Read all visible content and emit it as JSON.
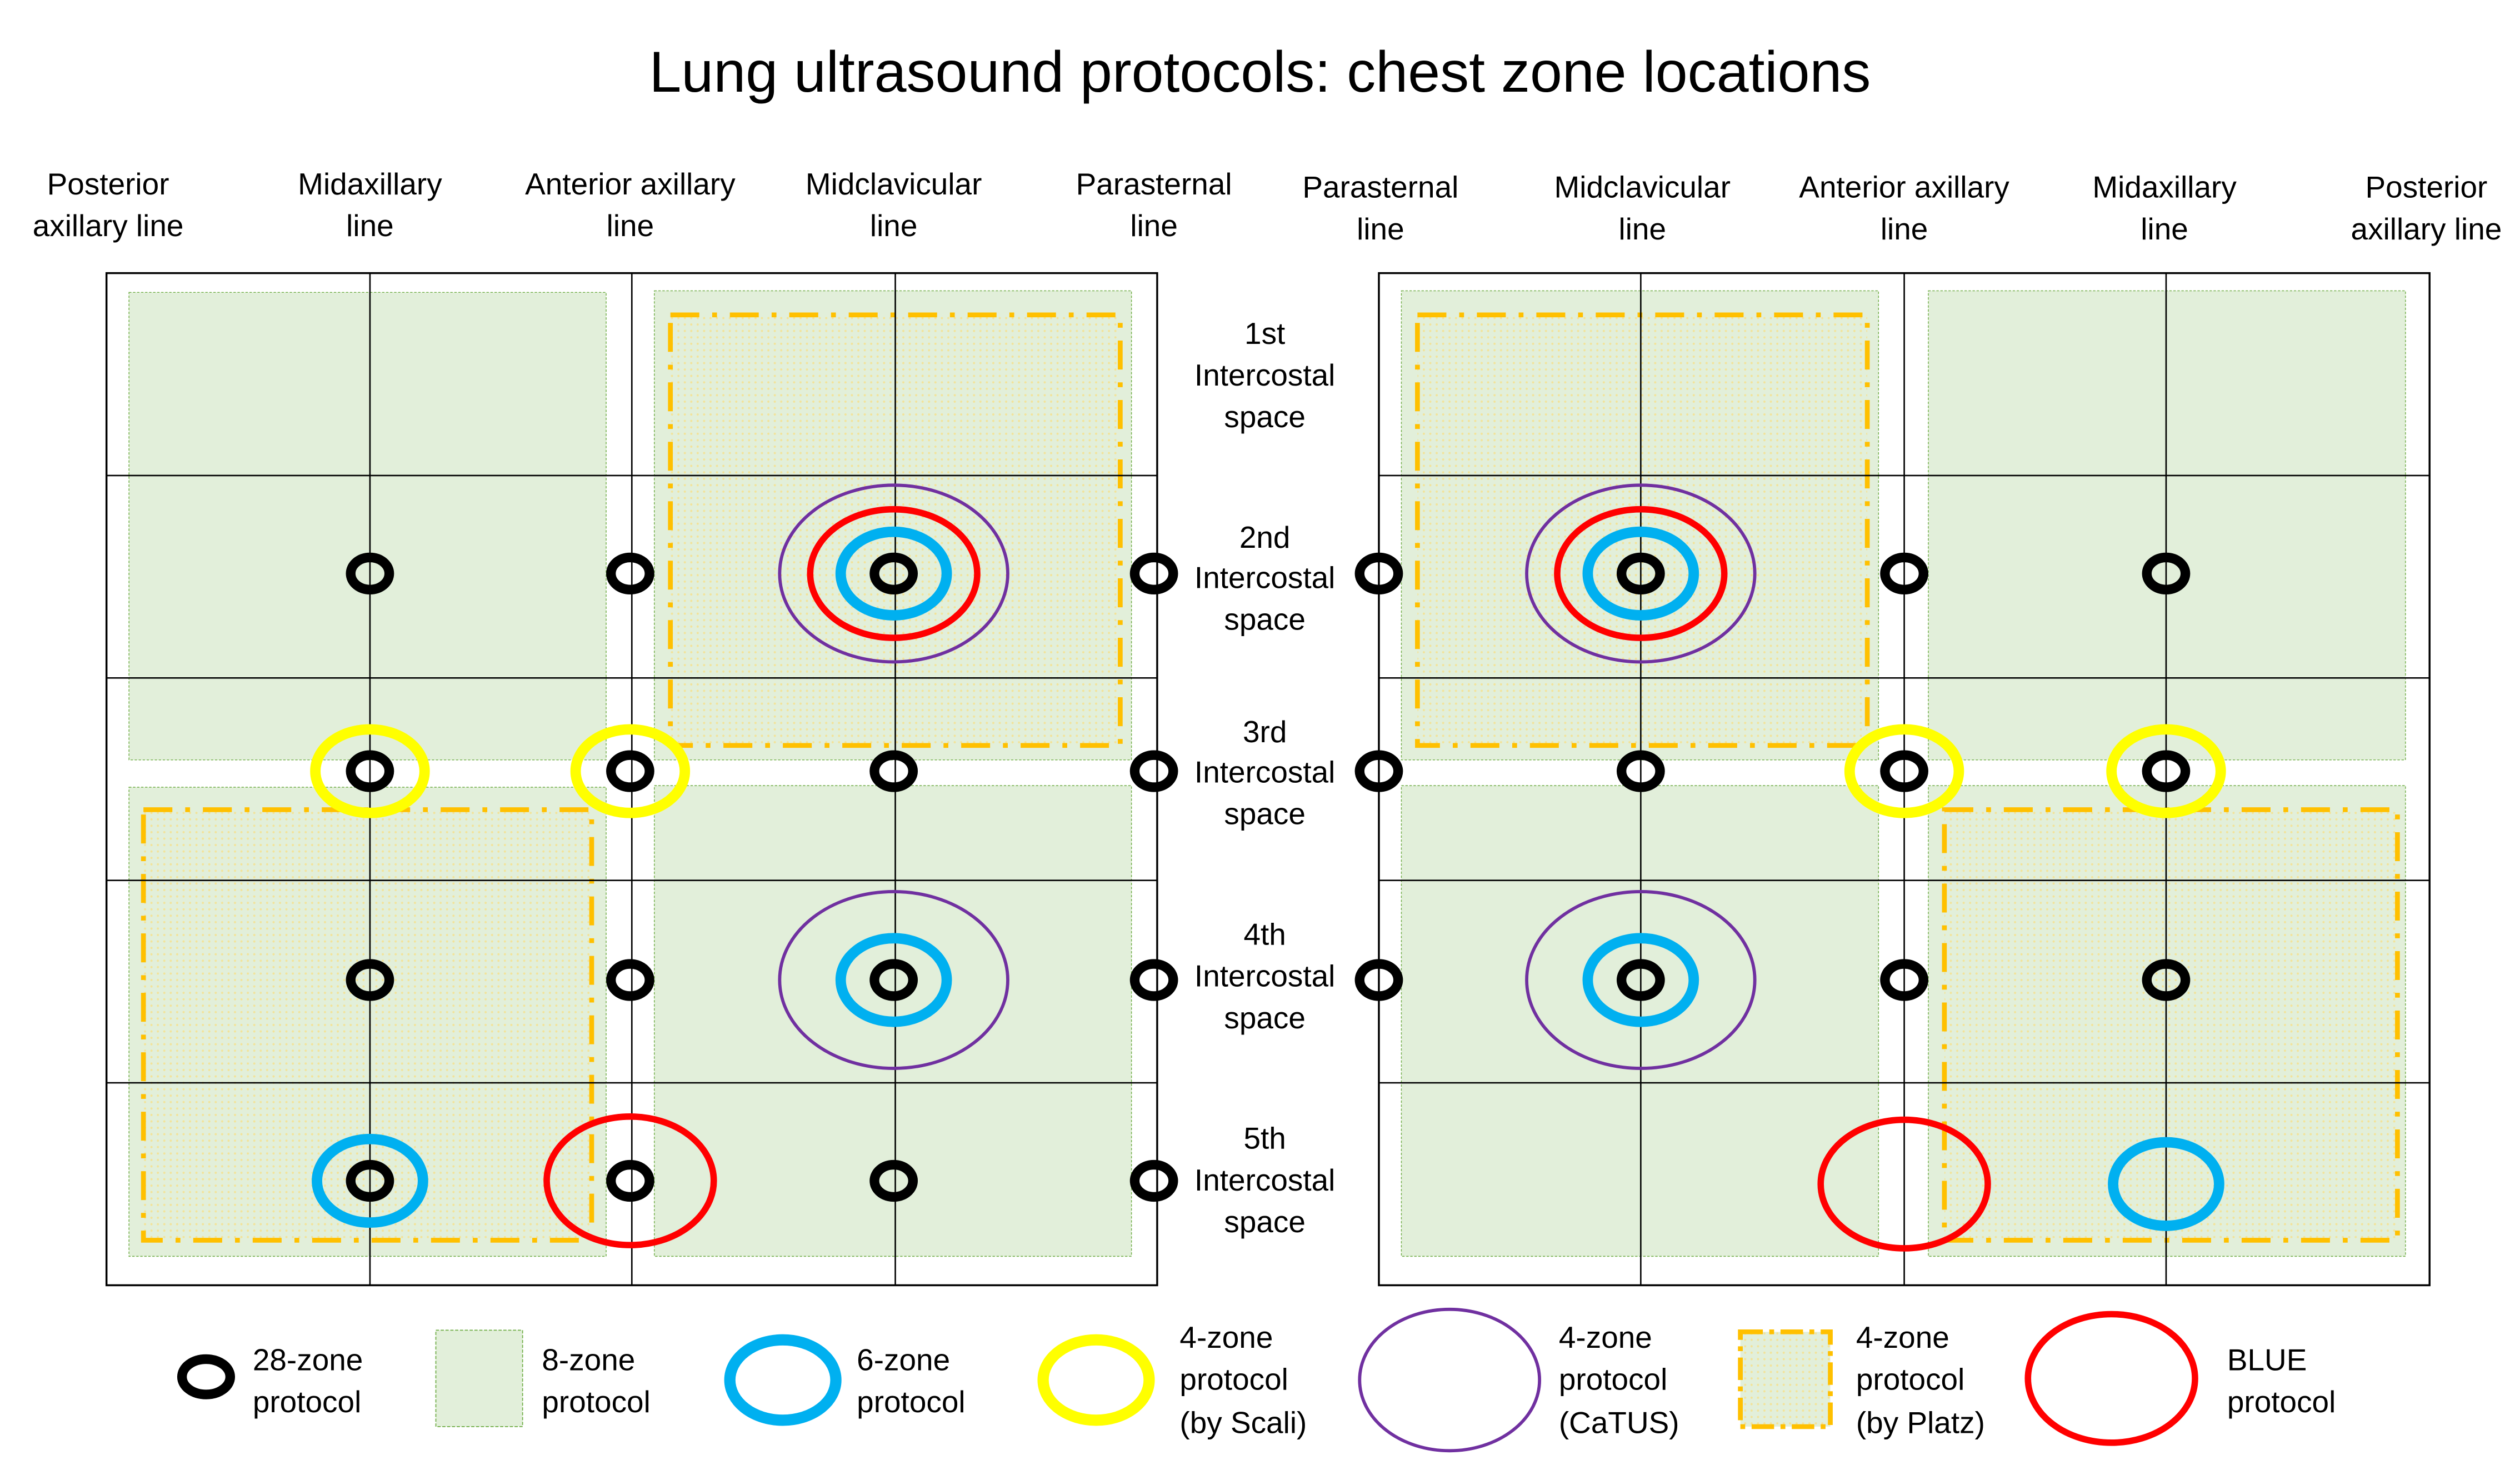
{
  "title": "Lung ultrasound protocols: chest zone locations",
  "left_panel": {
    "column_labels": [
      [
        "Posterior",
        "axillary line"
      ],
      [
        "Midaxillary",
        "line"
      ],
      [
        "Anterior axillary",
        "line"
      ],
      [
        "Midclavicular",
        "line"
      ],
      [
        "Parasternal",
        "line"
      ]
    ]
  },
  "right_panel": {
    "column_labels": [
      [
        "Parasternal",
        "line"
      ],
      [
        "Midclavicular",
        "line"
      ],
      [
        "Anterior axillary",
        "line"
      ],
      [
        "Midaxillary",
        "line"
      ],
      [
        "Posterior",
        "axillary line"
      ]
    ]
  },
  "row_labels": [
    [
      "1st",
      "Intercostal",
      "space"
    ],
    [
      "2nd",
      "Intercostal",
      "space"
    ],
    [
      "3rd",
      "Intercostal",
      "space"
    ],
    [
      "4th",
      "Intercostal",
      "space"
    ],
    [
      "5th",
      "Intercostal",
      "space"
    ]
  ],
  "colors": {
    "zone28": "#000000",
    "zone8_fill": "#e2efda",
    "zone8_border": "#70ad47",
    "zone6": "#00b0f0",
    "scali": "#ffff00",
    "catus": "#7030a0",
    "platz": "#ffc000",
    "blue": "#ff0000",
    "grid": "#000000"
  },
  "markers": {
    "left": {
      "zone28": [
        [
          "midaxillary",
          "2nd"
        ],
        [
          "anterior_axillary",
          "2nd"
        ],
        [
          "midclavicular",
          "2nd"
        ],
        [
          "parasternal",
          "2nd"
        ],
        [
          "midaxillary",
          "3rd"
        ],
        [
          "anterior_axillary",
          "3rd"
        ],
        [
          "midclavicular",
          "3rd"
        ],
        [
          "parasternal",
          "3rd"
        ],
        [
          "midaxillary",
          "4th"
        ],
        [
          "anterior_axillary",
          "4th"
        ],
        [
          "midclavicular",
          "4th"
        ],
        [
          "parasternal",
          "4th"
        ],
        [
          "midaxillary",
          "5th"
        ],
        [
          "anterior_axillary",
          "5th"
        ],
        [
          "midclavicular",
          "5th"
        ],
        [
          "parasternal",
          "5th"
        ]
      ],
      "zone6": [
        [
          "midclavicular",
          "2nd"
        ],
        [
          "midclavicular",
          "4th"
        ],
        [
          "midaxillary",
          "5th"
        ]
      ],
      "scali": [
        [
          "midaxillary",
          "3rd"
        ],
        [
          "anterior_axillary",
          "3rd"
        ]
      ],
      "catus": [
        [
          "midclavicular",
          "2nd"
        ],
        [
          "midclavicular",
          "4th"
        ]
      ],
      "blue": [
        [
          "midclavicular",
          "2nd"
        ],
        [
          "anterior_axillary",
          "5th"
        ]
      ]
    },
    "right": {
      "zone28": [
        [
          "parasternal",
          "2nd"
        ],
        [
          "midclavicular",
          "2nd"
        ],
        [
          "anterior_axillary",
          "2nd"
        ],
        [
          "midaxillary",
          "2nd"
        ],
        [
          "parasternal",
          "3rd"
        ],
        [
          "midclavicular",
          "3rd"
        ],
        [
          "anterior_axillary",
          "3rd"
        ],
        [
          "midaxillary",
          "3rd"
        ],
        [
          "parasternal",
          "4th"
        ],
        [
          "midclavicular",
          "4th"
        ],
        [
          "anterior_axillary",
          "4th"
        ],
        [
          "midaxillary",
          "4th"
        ]
      ],
      "zone6": [
        [
          "midclavicular",
          "2nd"
        ],
        [
          "midclavicular",
          "4th"
        ],
        [
          "midaxillary",
          "5th"
        ]
      ],
      "scali": [
        [
          "anterior_axillary",
          "3rd"
        ],
        [
          "midaxillary",
          "3rd"
        ]
      ],
      "catus": [
        [
          "midclavicular",
          "2nd"
        ],
        [
          "midclavicular",
          "4th"
        ]
      ],
      "blue": [
        [
          "midclavicular",
          "2nd"
        ],
        [
          "anterior_axillary",
          "5th"
        ]
      ]
    }
  },
  "legend": [
    {
      "key": "zone28",
      "lines": [
        "28-zone",
        "protocol"
      ]
    },
    {
      "key": "zone8",
      "lines": [
        "8-zone",
        "protocol"
      ]
    },
    {
      "key": "zone6",
      "lines": [
        "6-zone",
        "protocol"
      ]
    },
    {
      "key": "scali",
      "lines": [
        "4-zone",
        "protocol",
        "(by Scali)"
      ]
    },
    {
      "key": "catus",
      "lines": [
        "4-zone",
        "protocol",
        "(CaTUS)"
      ]
    },
    {
      "key": "platz",
      "lines": [
        "4-zone",
        "protocol",
        "(by Platz)"
      ]
    },
    {
      "key": "blue",
      "lines": [
        "BLUE",
        "protocol"
      ]
    }
  ]
}
